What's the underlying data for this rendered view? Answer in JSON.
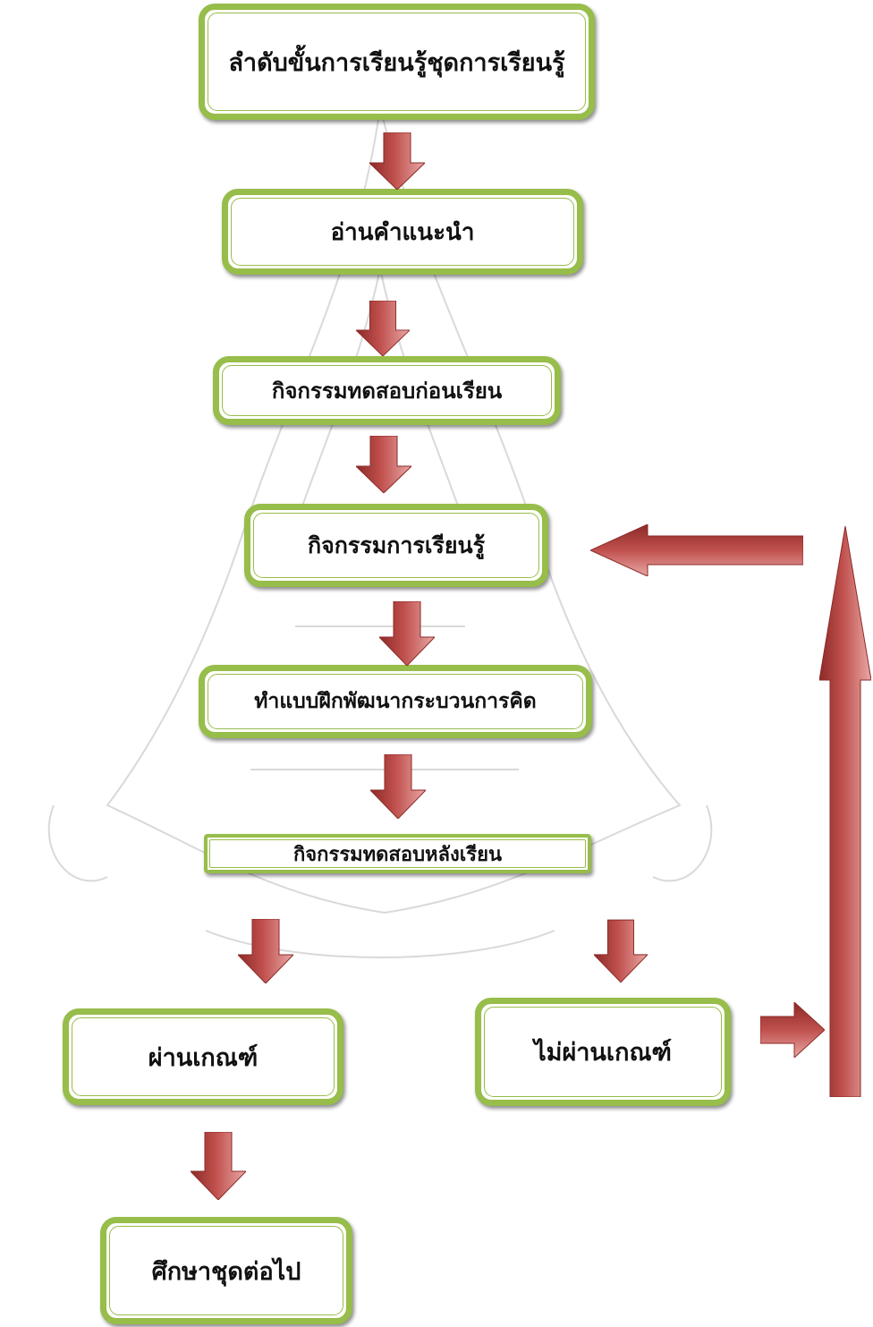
{
  "diagram": {
    "title_box": "ลำดับขั้นการเรียนรู้ชุดการเรียนรู้",
    "steps": {
      "read_instructions": "อ่านคำแนะนำ",
      "pretest": "กิจกรรมทดสอบก่อนเรียน",
      "learning_activity": "กิจกรรมการเรียนรู้",
      "practice_exercise": "ทำแบบฝึกพัฒนากระบวนการคิด",
      "posttest": "กิจกรรมทดสอบหลังเรียน",
      "pass": "ผ่านเกณฑ์",
      "fail": "ไม่ผ่านเกณฑ์",
      "next_set": "ศึกษาชุดต่อไป"
    },
    "colors": {
      "box_border": "#97bd4a",
      "arrow_fill": "#c0504d",
      "arrow_dark": "#8c2a28",
      "arrow_light": "#e8a9a7"
    }
  }
}
